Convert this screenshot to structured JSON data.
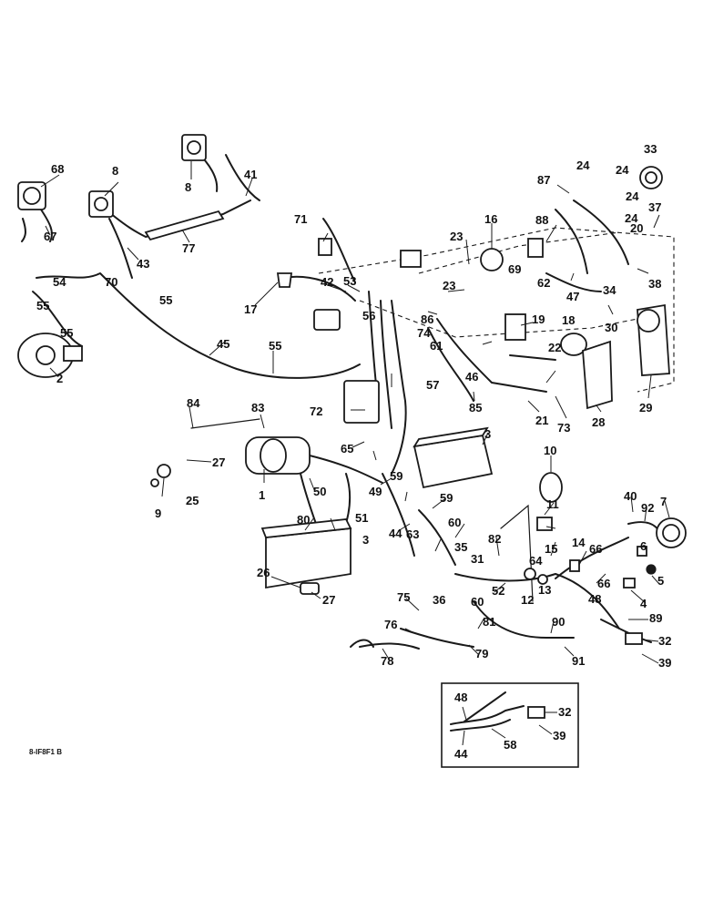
{
  "diagram": {
    "reference_code": "8-IF8F1 B",
    "callouts": [
      "1",
      "2",
      "3",
      "4",
      "5",
      "6",
      "7",
      "8",
      "9",
      "10",
      "11",
      "12",
      "13",
      "14",
      "15",
      "16",
      "17",
      "18",
      "19",
      "20",
      "21",
      "22",
      "23",
      "24",
      "25",
      "26",
      "27",
      "28",
      "29",
      "30",
      "31",
      "32",
      "33",
      "34",
      "35",
      "36",
      "37",
      "38",
      "39",
      "40",
      "41",
      "42",
      "43",
      "44",
      "45",
      "46",
      "47",
      "48",
      "49",
      "50",
      "51",
      "52",
      "53",
      "54",
      "55",
      "56",
      "57",
      "58",
      "59",
      "60",
      "61",
      "62",
      "63",
      "64",
      "65",
      "66",
      "67",
      "68",
      "69",
      "70",
      "71",
      "72",
      "73",
      "74",
      "75",
      "76",
      "77",
      "78",
      "79",
      "80",
      "81",
      "82",
      "83",
      "84",
      "85",
      "86",
      "87",
      "88",
      "89",
      "90",
      "91",
      "92"
    ],
    "inset_callouts": [
      "48",
      "44",
      "58",
      "32",
      "39"
    ]
  }
}
